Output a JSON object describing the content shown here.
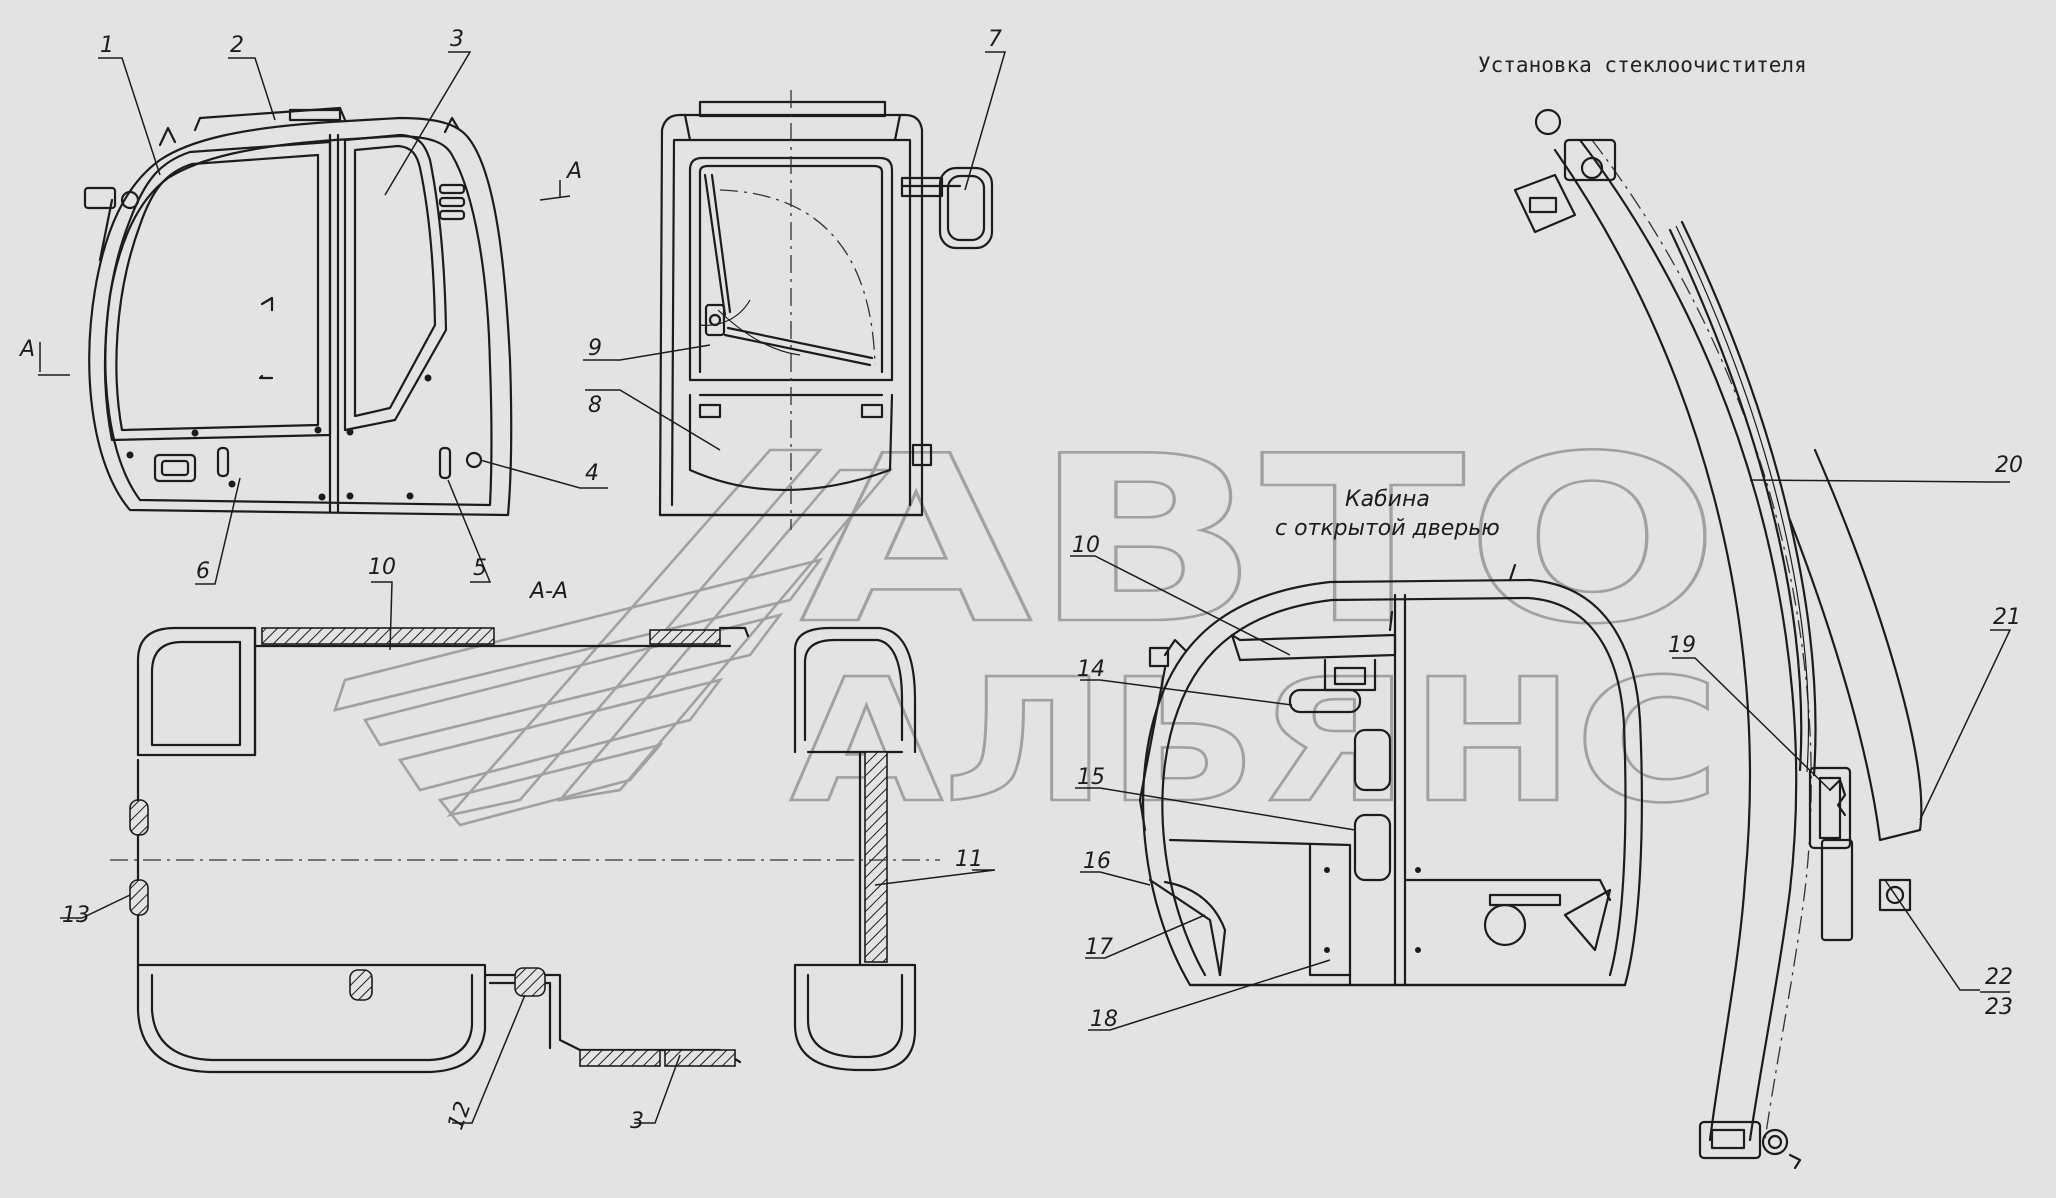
{
  "title": "Установка стеклоочистителя",
  "section_label": "А-А",
  "view_marker": "А",
  "inset_caption_line1": "Кабина",
  "inset_caption_line2": "с открытой дверью",
  "watermark_line1": "АВТО",
  "watermark_line2": "АЛЬЯНС",
  "callouts": [
    "1",
    "2",
    "3",
    "4",
    "5",
    "6",
    "7",
    "8",
    "9",
    "10",
    "11",
    "12",
    "13",
    "14",
    "15",
    "16",
    "17",
    "18",
    "19",
    "20",
    "21",
    "22",
    "23"
  ],
  "callout_section_3": "3",
  "callout_inset_10": "10",
  "callout_section_10": "10"
}
